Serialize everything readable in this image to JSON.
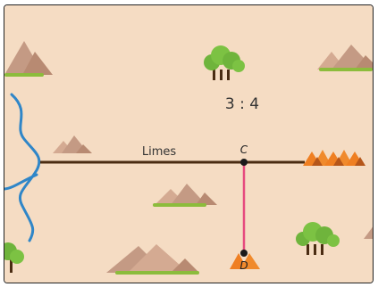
{
  "colors": {
    "background": "#f5dcc3",
    "river": "#2f86c8",
    "limes_road": "#4a2c12",
    "path_c_d": "#e64a7e",
    "point": "#1a1a1a",
    "mountain": "#c49a84",
    "grass": "#8cbc3c",
    "tree": "#6fb43c",
    "trunk": "#4a2c12",
    "camp": "#ef7f22",
    "text": "#333333"
  },
  "ratio_label": "3 : 4",
  "road_label": "Limes",
  "points": {
    "c_label": "C",
    "d_label": "D"
  },
  "icons": [
    "mountain-icon",
    "tree-icon",
    "camp-icon",
    "river-icon"
  ]
}
